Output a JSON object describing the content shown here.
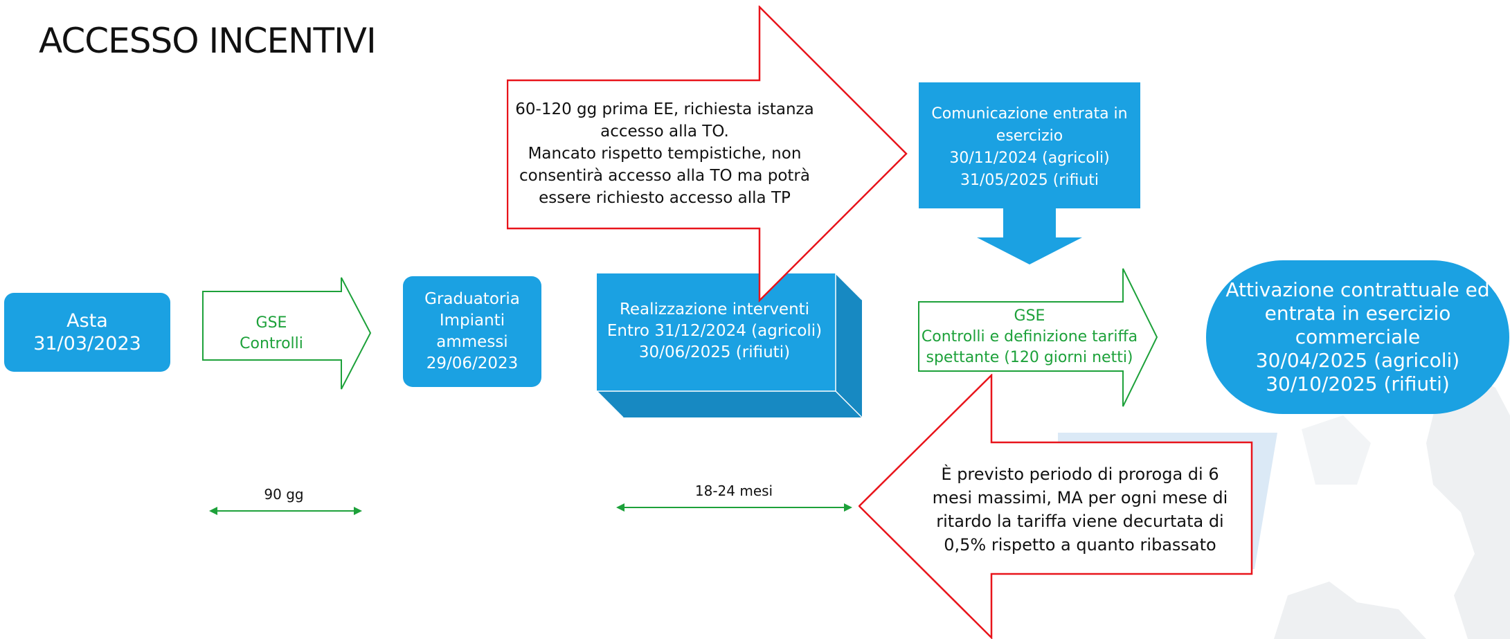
{
  "title": "ACCESSO INCENTIVI",
  "asta": {
    "lines": [
      "Asta",
      "31/03/2023"
    ]
  },
  "gse_controlli": {
    "lines": [
      "GSE",
      "Controlli"
    ]
  },
  "graduatoria": {
    "lines": [
      "Graduatoria",
      "Impianti",
      "ammessi",
      "29/06/2023"
    ]
  },
  "realizzazione": {
    "lines": [
      "Realizzazione interventi",
      "Entro 31/12/2024 (agricoli)",
      "30/06/2025 (rifiuti)"
    ]
  },
  "richiesta_to": {
    "lines": [
      "60-120 gg prima EE, richiesta istanza",
      "accesso alla TO.",
      "Mancato rispetto tempistiche, non",
      "consentirà accesso alla TO ma potrà",
      "essere richiesto accesso alla TP"
    ]
  },
  "comunicazione": {
    "lines": [
      "Comunicazione entrata in",
      "esercizio",
      "30/11/2024 (agricoli)",
      "31/05/2025 (rifiuti"
    ]
  },
  "gse_tariffa": {
    "lines": [
      "GSE",
      "Controlli e definizione tariffa",
      "spettante (120 giorni netti)"
    ]
  },
  "attivazione": {
    "lines": [
      "Attivazione contrattuale ed",
      "entrata in esercizio commerciale",
      "30/04/2025 (agricoli)",
      "30/10/2025 (rifiuti)"
    ]
  },
  "proroga": {
    "lines": [
      "È previsto periodo di proroga di 6",
      "mesi massimi, MA per ogni mese di",
      "ritardo la tariffa viene decurtata di",
      "0,5% rispetto a quanto ribassato"
    ]
  },
  "dimension_1": "90 gg",
  "dimension_2": "18-24 mesi",
  "colors": {
    "box_blue": "#1ba1e2",
    "box_blue_dark": "#1789c2",
    "green": "#1da13a",
    "red": "#e8141b",
    "pale_blue": "#dbe9f6",
    "watermark": "#eef0f2"
  }
}
